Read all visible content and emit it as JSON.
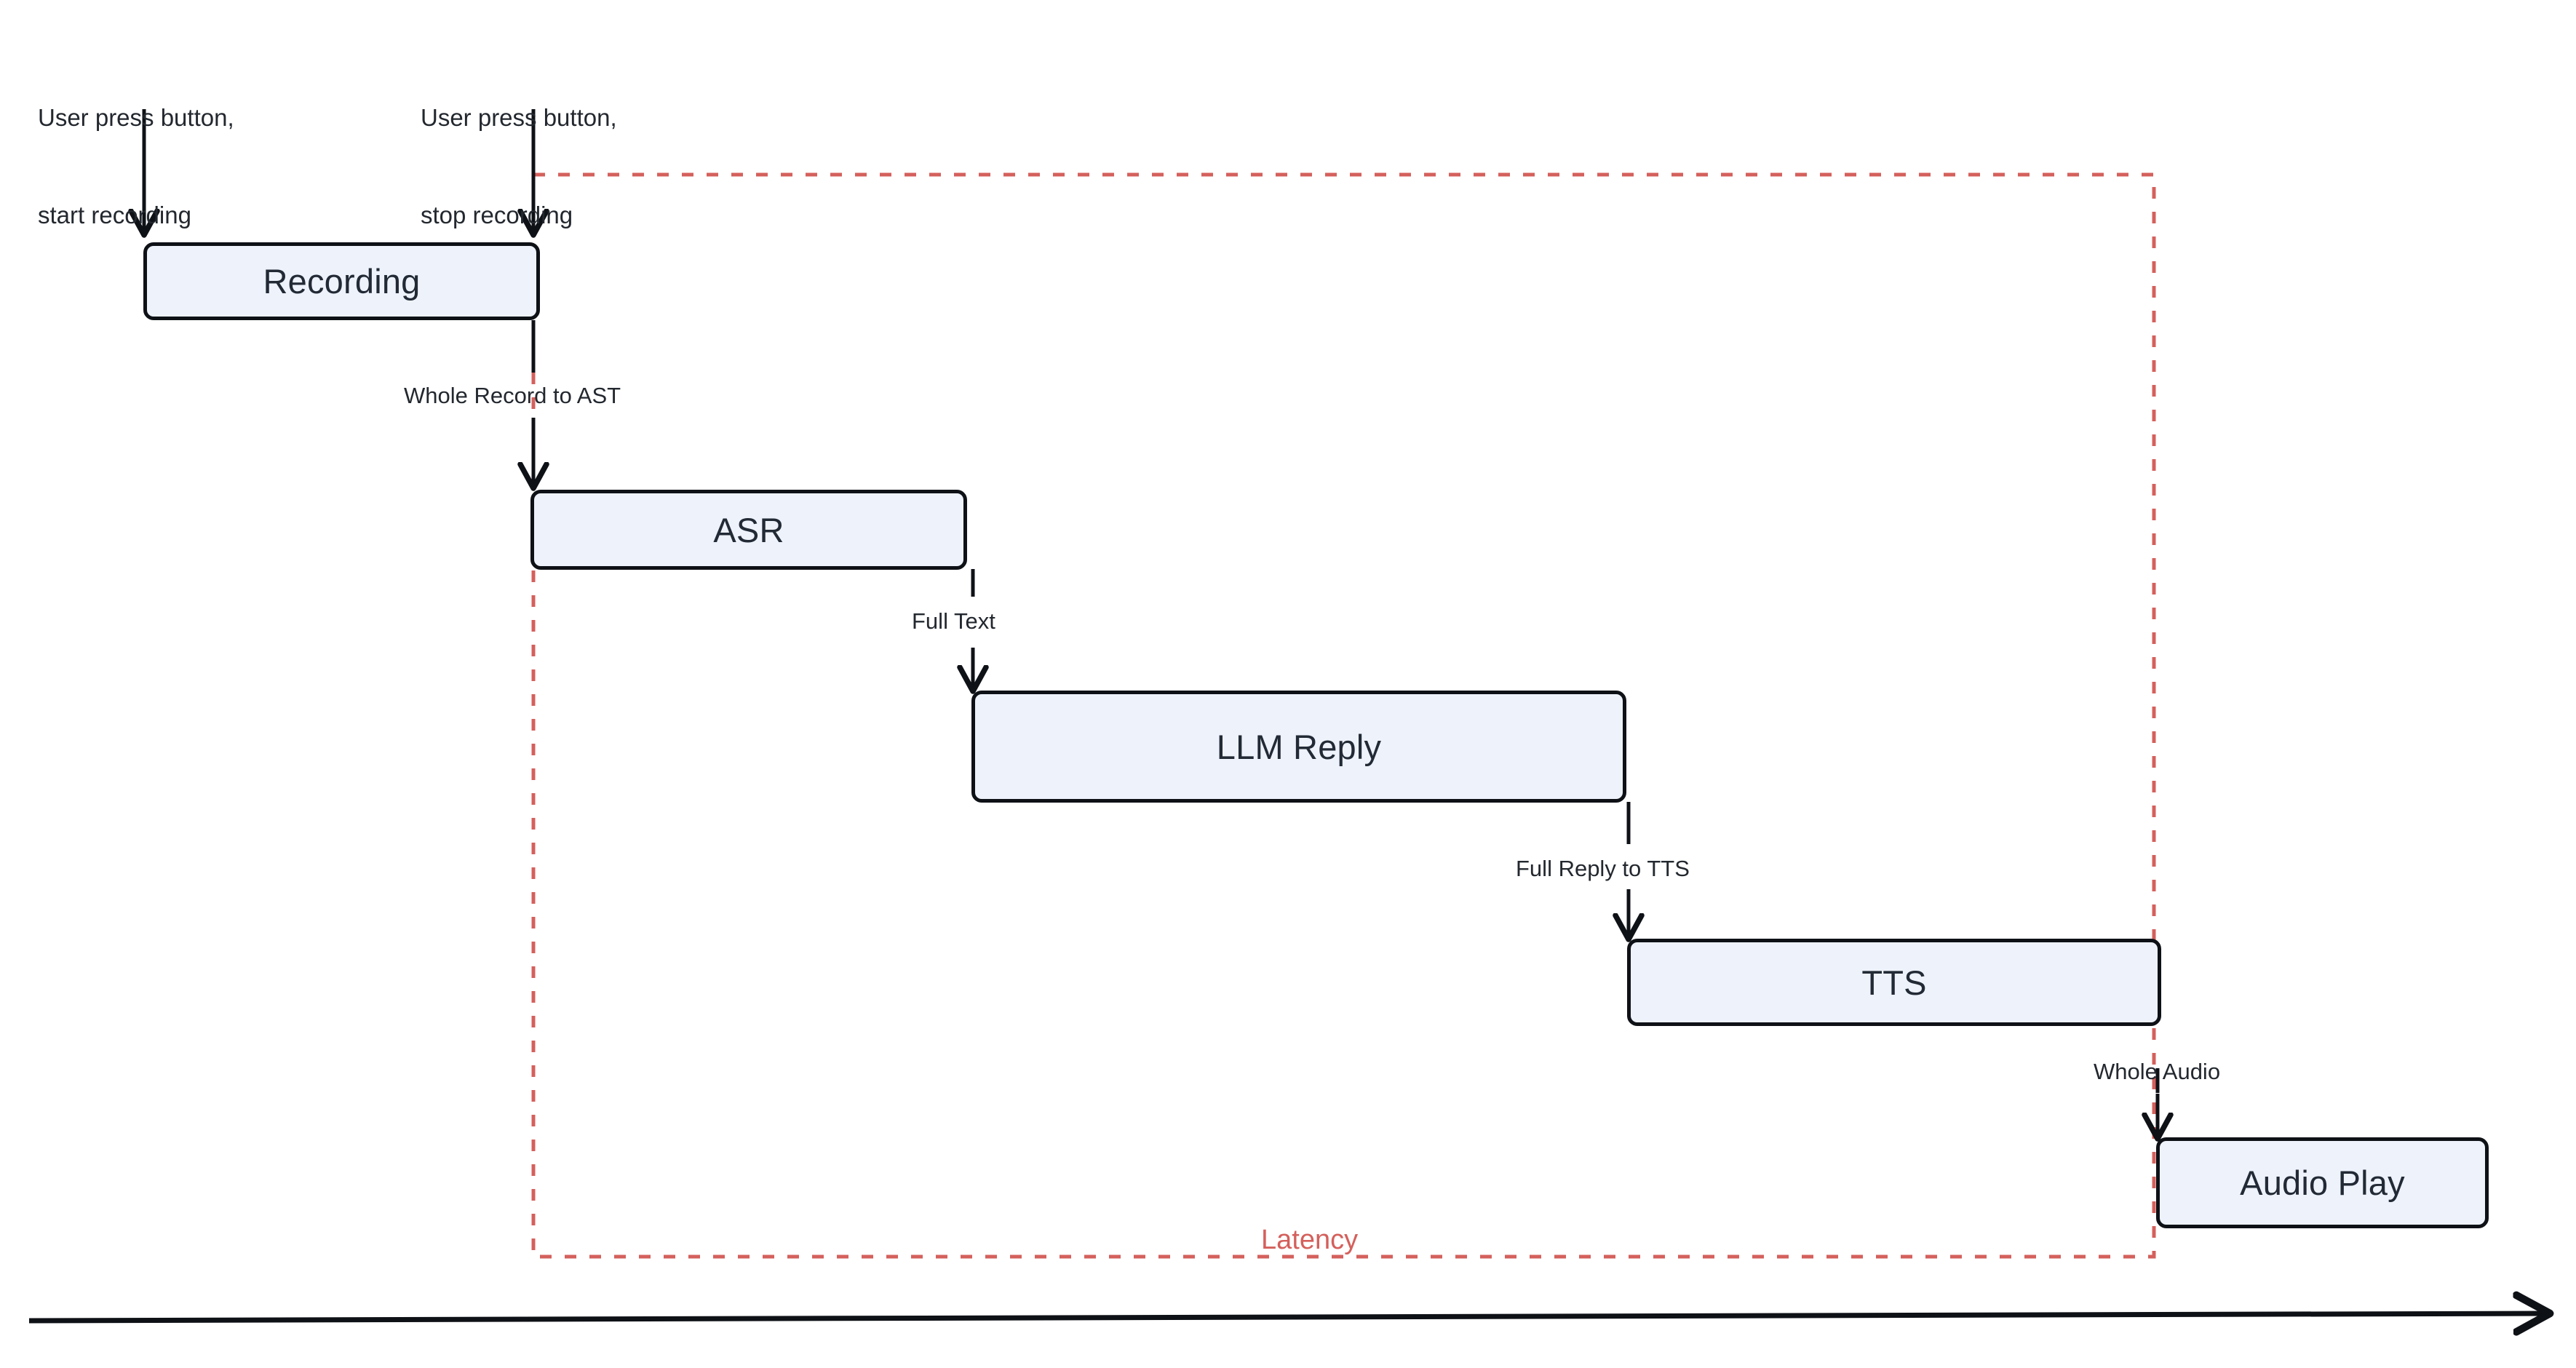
{
  "diagram": {
    "title": "Cascaded voice assistant latency timeline",
    "colors": {
      "box_fill": "#eef2fb",
      "box_border": "#0e1116",
      "latency_red": "#d4605c",
      "text": "#23282f",
      "arrow": "#0e1116"
    },
    "annotations": [
      {
        "name": "start-recording-note",
        "line1": "User press button,",
        "line2": "start recording"
      },
      {
        "name": "stop-recording-note",
        "line1": "User press button,",
        "line2": "stop recording"
      }
    ],
    "stages": [
      {
        "id": "recording",
        "label": "Recording"
      },
      {
        "id": "asr",
        "label": "ASR"
      },
      {
        "id": "llm-reply",
        "label": "LLM Reply"
      },
      {
        "id": "tts",
        "label": "TTS"
      },
      {
        "id": "audio-play",
        "label": "Audio Play"
      }
    ],
    "flow_labels": [
      {
        "id": "whole-record-to-ast",
        "text": "Whole Record to AST"
      },
      {
        "id": "full-text",
        "text": "Full Text"
      },
      {
        "id": "full-reply-to-tts",
        "text": "Full Reply to TTS"
      },
      {
        "id": "whole-audio",
        "text": "Whole Audio"
      }
    ],
    "latency_region": {
      "label": "Latency"
    },
    "time_axis": {
      "label": ""
    }
  }
}
